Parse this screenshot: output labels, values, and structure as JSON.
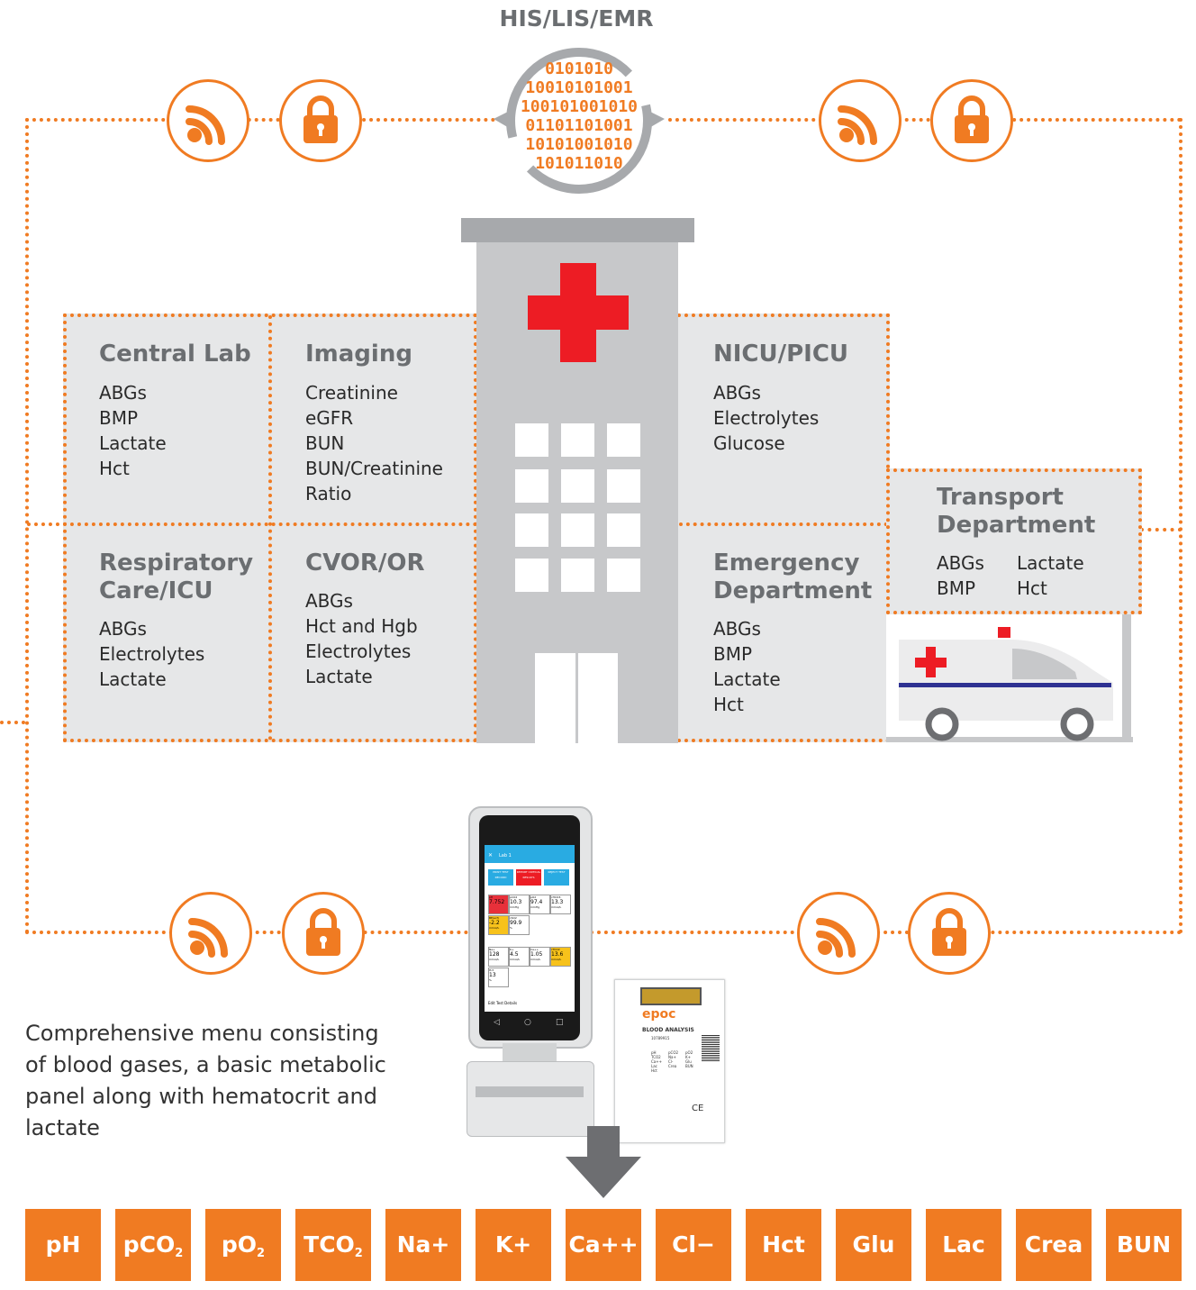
{
  "header": {
    "title": "HIS/LIS/EMR"
  },
  "binary_rows": [
    "0101010",
    "10010101001",
    "100101001010",
    "01101101001",
    "10101001010",
    "101011010"
  ],
  "departments": [
    {
      "id": "central-lab",
      "title_lines": [
        "Central Lab"
      ],
      "tests": [
        "ABGs",
        "BMP",
        "Lactate",
        "Hct"
      ]
    },
    {
      "id": "imaging",
      "title_lines": [
        "Imaging"
      ],
      "tests": [
        "Creatinine",
        "eGFR",
        "BUN",
        "BUN/Creatinine",
        "Ratio"
      ]
    },
    {
      "id": "respiratory",
      "title_lines": [
        "Respiratory",
        "Care/ICU"
      ],
      "tests": [
        "ABGs",
        "Electrolytes",
        "Lactate"
      ]
    },
    {
      "id": "cvor",
      "title_lines": [
        "CVOR/OR"
      ],
      "tests": [
        "ABGs",
        "Hct and Hgb",
        "Electrolytes",
        "Lactate"
      ]
    },
    {
      "id": "nicu",
      "title_lines": [
        "NICU/PICU"
      ],
      "tests": [
        "ABGs",
        "Electrolytes",
        "Glucose"
      ]
    },
    {
      "id": "emergency",
      "title_lines": [
        "Emergency",
        "Department"
      ],
      "tests": [
        "ABGs",
        "BMP",
        "Lactate",
        "Hct"
      ]
    },
    {
      "id": "transport",
      "title_lines": [
        "Transport",
        "Department"
      ],
      "tests": [
        "ABGs",
        "BMP",
        "Lactate",
        "Hct"
      ]
    }
  ],
  "caption": "Comprehensive menu consisting of blood gases, a basic metabolic panel along with hematocrit and lactate",
  "phone": {
    "header": "Lab 1",
    "buttons": [
      "PRINT TEST RECORD",
      "REPORT CRITICAL RESULTS",
      "REJECT TEST"
    ],
    "blood_gas_cells": [
      {
        "name": "pH",
        "value": "7.752",
        "unit": "",
        "color": "#e8303a"
      },
      {
        "name": "pCO2",
        "value": "10.3",
        "unit": "mmHg",
        "color": "#ffffff"
      },
      {
        "name": "pO2",
        "value": "97.4",
        "unit": "mmHg",
        "color": "#ffffff"
      },
      {
        "name": "cHCO3-",
        "value": "13.3",
        "unit": "mmol/L",
        "color": "#ffffff"
      },
      {
        "name": "BE(ecf)",
        "value": "-2.2",
        "unit": "mmol/L",
        "color": "#f7c21b"
      },
      {
        "name": "cSO2",
        "value": "99.9",
        "unit": "%",
        "color": "#ffffff"
      }
    ],
    "chem_cells": [
      {
        "name": "Na+",
        "value": "128",
        "unit": "mmol/L",
        "color": "#ffffff"
      },
      {
        "name": "K+",
        "value": "4.5",
        "unit": "mmol/L",
        "color": "#ffffff"
      },
      {
        "name": "Ca++",
        "value": "1.05",
        "unit": "mmol/L",
        "color": "#ffffff"
      },
      {
        "name": "cTCO2",
        "value": "13.6",
        "unit": "mmol/L",
        "color": "#f7c21b"
      },
      {
        "name": "Hct",
        "value": "13",
        "unit": "%",
        "color": "#ffffff"
      }
    ],
    "footer": "Edit Test Details"
  },
  "card": {
    "brand": "epoc",
    "title": "BLOOD ANALYSIS",
    "lot": "10789915",
    "analytes": [
      "pH",
      "pCO2",
      "pO2",
      "TCO2",
      "Na+",
      "K+",
      "Ca++",
      "Cl-",
      "Glu",
      "Lac",
      "Crea",
      "BUN",
      "Hct"
    ],
    "mark": "CE"
  },
  "parameters": [
    {
      "base": "pH",
      "sub": "",
      "suffix": ""
    },
    {
      "base": "pCO",
      "sub": "2",
      "suffix": ""
    },
    {
      "base": "pO",
      "sub": "2",
      "suffix": ""
    },
    {
      "base": "TCO",
      "sub": "2",
      "suffix": ""
    },
    {
      "base": "Na+",
      "sub": "",
      "suffix": ""
    },
    {
      "base": "K+",
      "sub": "",
      "suffix": ""
    },
    {
      "base": "Ca++",
      "sub": "",
      "suffix": ""
    },
    {
      "base": "Cl−",
      "sub": "",
      "suffix": ""
    },
    {
      "base": "Hct",
      "sub": "",
      "suffix": ""
    },
    {
      "base": "Glu",
      "sub": "",
      "suffix": ""
    },
    {
      "base": "Lac",
      "sub": "",
      "suffix": ""
    },
    {
      "base": "Crea",
      "sub": "",
      "suffix": ""
    },
    {
      "base": "BUN",
      "sub": "",
      "suffix": ""
    }
  ],
  "colors": {
    "accent": "#f07b22",
    "panel": "#e6e7e8",
    "building": "#c7c8ca",
    "cross": "#ed1c24",
    "title_gray": "#6b6e71"
  },
  "icons": [
    "wifi-icon",
    "lock-icon",
    "sync-icon",
    "hospital-icon",
    "ambulance-icon",
    "arrow-down-icon"
  ]
}
